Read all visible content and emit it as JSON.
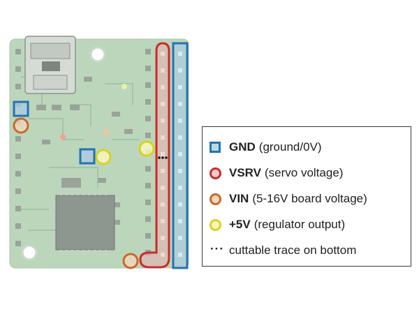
{
  "legend": {
    "items": [
      {
        "symbol": "square",
        "key": "GND",
        "desc": "(ground/0V)",
        "stroke": "#2473b2",
        "fill": "#b9d8ee"
      },
      {
        "symbol": "circle",
        "key": "VSRV",
        "desc": "(servo voltage)",
        "stroke": "#cc2a2a",
        "fill": "#f3c9c9"
      },
      {
        "symbol": "circle",
        "key": "VIN",
        "desc": "(5-16V board voltage)",
        "stroke": "#c96a28",
        "fill": "#f6d7bf"
      },
      {
        "symbol": "circle",
        "key": "+5V",
        "desc": "(regulator output)",
        "stroke": "#c9c21e",
        "fill": "#fbf7bf"
      },
      {
        "symbol": "dots",
        "key": "···",
        "desc": "cuttable trace on bottom",
        "stroke": "#111111",
        "fill": "none"
      }
    ]
  },
  "colors": {
    "gnd": "#2473b2",
    "vsrv": "#cc2a2a",
    "vin": "#c96a28",
    "v5": "#d9d21e",
    "board": "#b7d2b7"
  }
}
